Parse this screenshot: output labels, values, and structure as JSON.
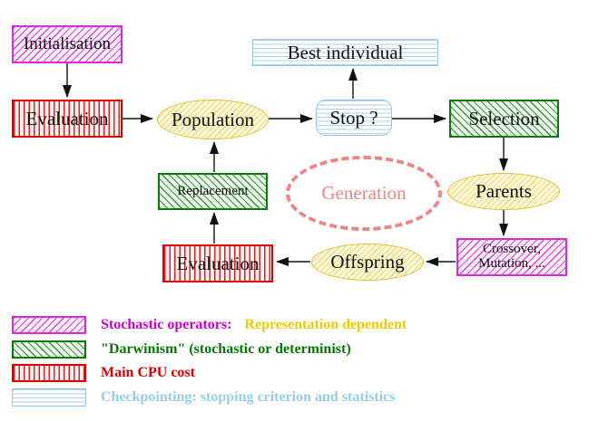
{
  "nodes": {
    "initialisation": {
      "label": "Initialisation"
    },
    "evaluation_top": {
      "label": "Evaluation"
    },
    "population": {
      "label": "Population"
    },
    "best_individual": {
      "label": "Best individual"
    },
    "stop": {
      "label": "Stop ?"
    },
    "selection": {
      "label": "Selection"
    },
    "replacement": {
      "label": "Replacement"
    },
    "generation": {
      "label": "Generation"
    },
    "parents": {
      "label": "Parents"
    },
    "evaluation_bottom": {
      "label": "Evaluation"
    },
    "offspring": {
      "label": "Offspring"
    },
    "crossover": {
      "line1": "Crossover,",
      "line2": "Mutation, ..."
    }
  },
  "edges": [
    {
      "from": "initialisation",
      "to": "evaluation_top"
    },
    {
      "from": "evaluation_top",
      "to": "population"
    },
    {
      "from": "population",
      "to": "stop"
    },
    {
      "from": "stop",
      "to": "best_individual"
    },
    {
      "from": "stop",
      "to": "selection"
    },
    {
      "from": "selection",
      "to": "parents"
    },
    {
      "from": "parents",
      "to": "crossover"
    },
    {
      "from": "crossover",
      "to": "offspring"
    },
    {
      "from": "offspring",
      "to": "evaluation_bottom"
    },
    {
      "from": "evaluation_bottom",
      "to": "replacement"
    },
    {
      "from": "replacement",
      "to": "population"
    }
  ],
  "legend": {
    "row1": {
      "part1": "Stochastic operators:",
      "part2": "Representation dependent"
    },
    "row2": {
      "text": "\"Darwinism\" (stochastic or determinist)"
    },
    "row3": {
      "text": "Main CPU cost"
    },
    "row4": {
      "text": "Checkpointing: stopping criterion and statistics"
    }
  },
  "colors": {
    "magenta": "#d92ad9",
    "red": "#dd0000",
    "green": "#0a7a0a",
    "cyan_border": "#93c3e4",
    "yellow_border": "#e0c23a",
    "salmon": "#ee8585",
    "legend_magenta_text": "#cc00cc",
    "legend_yellow_text": "#eecc00",
    "legend_green_text": "#067806",
    "legend_red_text": "#dd0000",
    "legend_cyan_text": "#99cce8"
  }
}
